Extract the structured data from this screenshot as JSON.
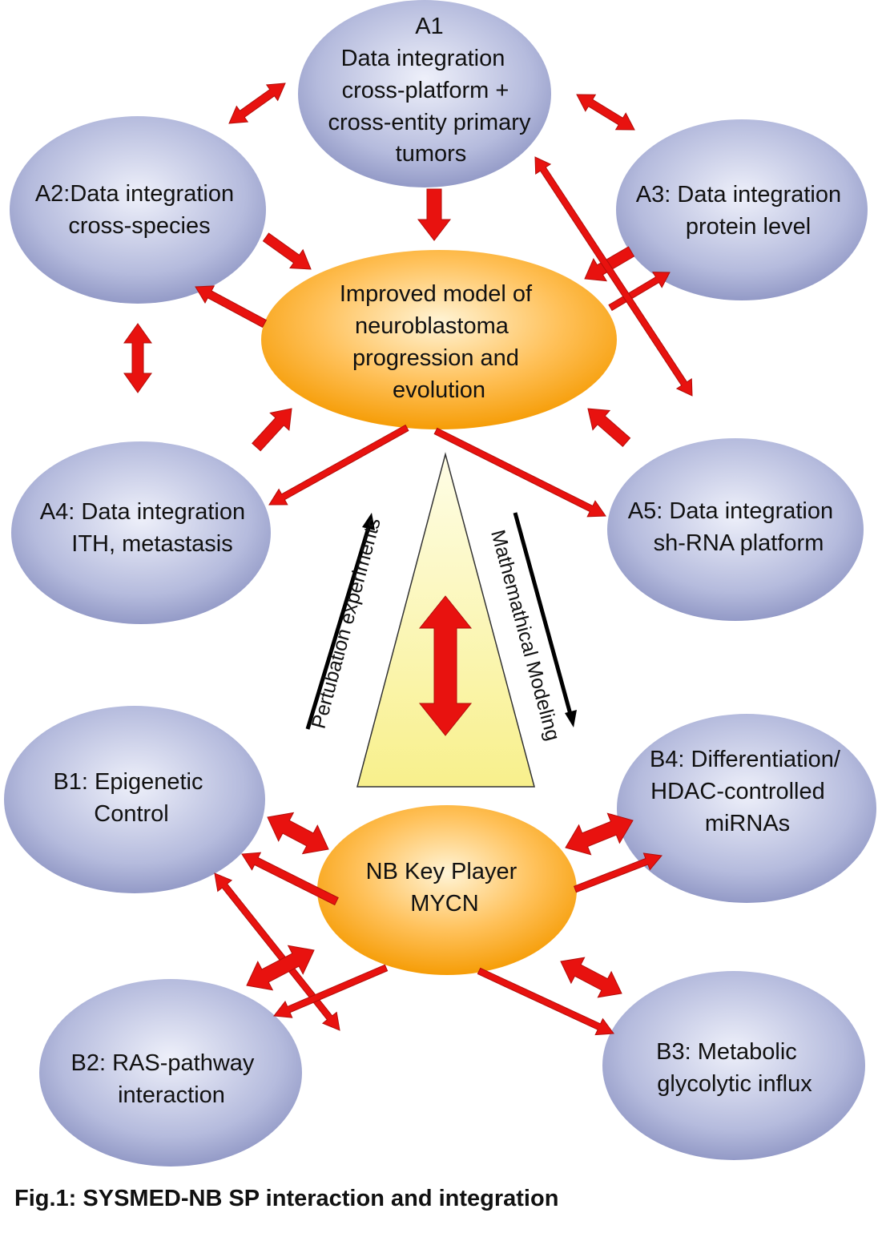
{
  "nodes": {
    "a1": {
      "lines": [
        "A1",
        "Data integration",
        "cross-platform +",
        "cross-entity primary",
        "tumors"
      ]
    },
    "a2": {
      "lines": [
        "A2:Data integration",
        "cross-species"
      ]
    },
    "a3": {
      "lines": [
        "A3: Data integration",
        "protein level"
      ]
    },
    "center_top": {
      "lines": [
        "Improved model of",
        "neuroblastoma",
        "progression and",
        "evolution"
      ]
    },
    "a4": {
      "lines": [
        "A4: Data integration",
        "ITH, metastasis"
      ]
    },
    "a5": {
      "lines": [
        "A5: Data integration",
        "sh-RNA platform"
      ]
    },
    "b1": {
      "lines": [
        "B1: Epigenetic",
        "Control"
      ]
    },
    "b4": {
      "lines": [
        "B4: Differentiation/",
        "HDAC-controlled",
        "miRNAs"
      ]
    },
    "center_bottom": {
      "lines": [
        "NB Key Player",
        "MYCN"
      ]
    },
    "b2": {
      "lines": [
        "B2: RAS-pathway",
        "interaction"
      ]
    },
    "b3": {
      "lines": [
        "B3: Metabolic",
        "glycolytic influx"
      ]
    }
  },
  "side_labels": {
    "left": "Pertubation experiments",
    "right": "Mathemathical Modeling"
  },
  "caption": "Fig.1: SYSMED-NB SP interaction and integration",
  "colors": {
    "blue_node_center": "#eef0fa",
    "blue_node_edge": "#8f96c4",
    "orange_node_center": "#fff4d6",
    "orange_node_edge": "#f59a00",
    "arrow_fill": "#e8120f",
    "arrow_stroke": "#b20d0a",
    "triangle_fill": "#fbf6a8",
    "text": "#111111"
  }
}
